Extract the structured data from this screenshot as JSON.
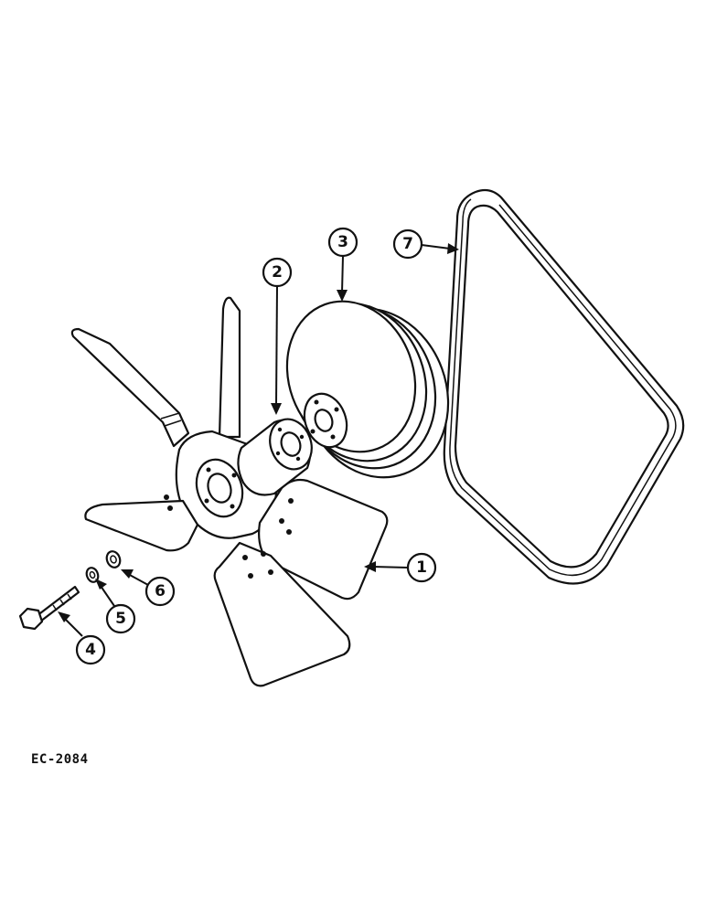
{
  "callouts": {
    "c1": "1",
    "c2": "2",
    "c3": "3",
    "c4": "4",
    "c5": "5",
    "c6": "6",
    "c7": "7"
  },
  "drawing_code": "EC-2084",
  "parts": [
    {
      "callout": "1",
      "part": "fan"
    },
    {
      "callout": "2",
      "part": "spacer"
    },
    {
      "callout": "3",
      "part": "pulley"
    },
    {
      "callout": "4",
      "part": "bolt"
    },
    {
      "callout": "5",
      "part": "lock washer"
    },
    {
      "callout": "6",
      "part": "flat washer"
    },
    {
      "callout": "7",
      "part": "v-belt"
    }
  ]
}
